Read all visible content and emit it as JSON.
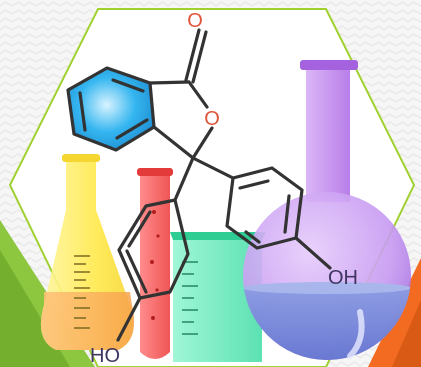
{
  "colors": {
    "background": "#f4f4f4",
    "hexagon_border": "#9fd12f",
    "corner_green": "#8dc63f",
    "corner_orange": "#f26b21",
    "structure": "#333333",
    "benzene_fill": "#35b6f0",
    "flask_yellow": "#ffe94a",
    "tube_red": "#ff5a5a",
    "beaker_green": "#5ee9b8",
    "flask_purple": "#c88ef0"
  },
  "labels": {
    "carbonyl_oxygen": "O",
    "ring_oxygen": "O",
    "right_hydroxyl": "OH",
    "bottom_hydroxyl": "HO"
  },
  "icons": {
    "molecule": "phenolphthalein-structure-icon",
    "flask_yellow": "erlenmeyer-flask-icon",
    "tube_red": "test-tube-icon",
    "beaker_green": "beaker-icon",
    "flask_purple": "round-bottom-flask-icon"
  }
}
